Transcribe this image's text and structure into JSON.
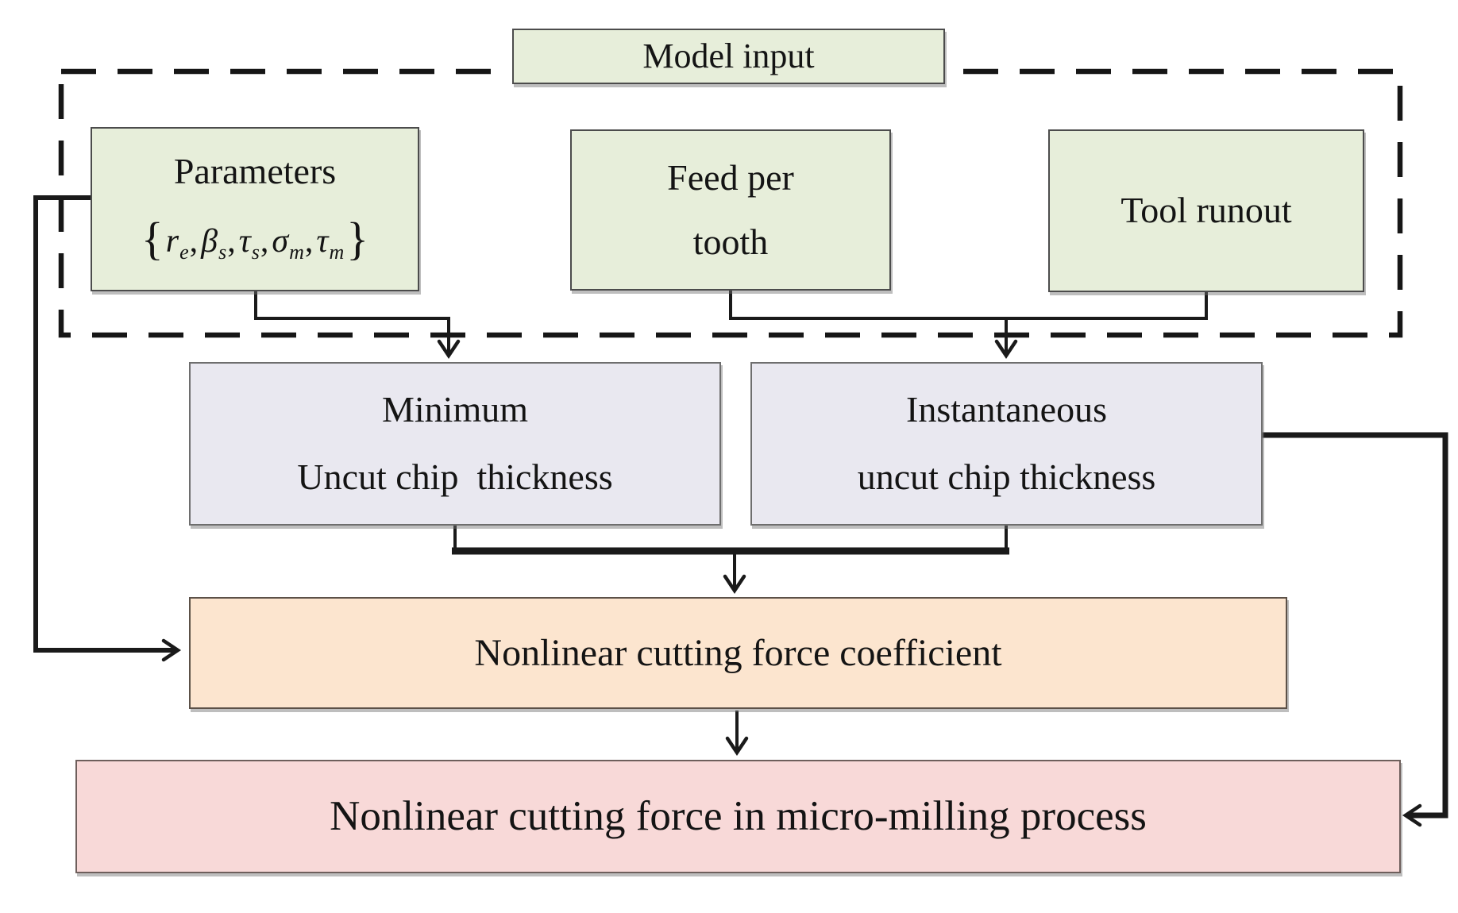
{
  "diagram": {
    "type": "flowchart",
    "colors": {
      "input_fill": "#e7eeda",
      "chip_thickness_fill": "#e9e8f0",
      "coefficient_fill": "#fce5cf",
      "final_fill": "#f8d9d8",
      "line_color": "#1a1a1a"
    }
  },
  "nodes": {
    "model_input": {
      "label": "Model input"
    },
    "parameters": {
      "title": "Parameters",
      "formula": {
        "open": "{",
        "close": "}",
        "separator": ",",
        "items": [
          {
            "base": "r",
            "sub": "e"
          },
          {
            "base": "β",
            "sub": "s"
          },
          {
            "base": "τ",
            "sub": "s"
          },
          {
            "base": "σ",
            "sub": "m"
          },
          {
            "base": "τ",
            "sub": "m"
          }
        ]
      }
    },
    "feed_per_tooth": {
      "line1": "Feed per",
      "line2": "tooth"
    },
    "tool_runout": {
      "label": "Tool runout"
    },
    "minimum_uct": {
      "line1": "Minimum",
      "line2": "Uncut chip  thickness"
    },
    "instantaneous_uct": {
      "line1": "Instantaneous",
      "line2": "uncut chip thickness"
    },
    "coefficient": {
      "label": "Nonlinear cutting force coefficient"
    },
    "final": {
      "label": "Nonlinear cutting force in micro-milling process"
    }
  }
}
